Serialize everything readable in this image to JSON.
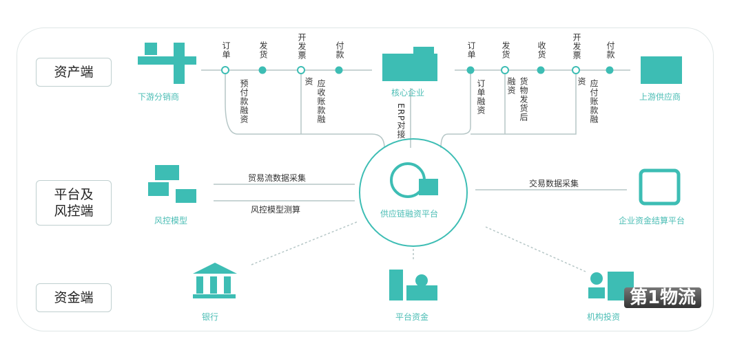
{
  "colors": {
    "accent": "#3dbdb4",
    "line": "#b5c6c6"
  },
  "rows": [
    "资产端",
    "平台及\n风控端",
    "资金端"
  ],
  "nodes": {
    "downstream": "下游分销商",
    "core": "核心企业",
    "upstream": "上游供应商",
    "risk": "风控模型",
    "platform": "供应链融资平台",
    "settlement": "企业资金结算平台",
    "bank": "银行",
    "platform_fund": "平台资金",
    "institution": "机构投资"
  },
  "flow_left": [
    "订单",
    "发货",
    "开发票",
    "付款"
  ],
  "flow_right": [
    "订单",
    "发货",
    "收货",
    "开发票",
    "付款"
  ],
  "finance_left": [
    "预付款融资",
    "应收账款融",
    "资"
  ],
  "finance_right": [
    "订单融资",
    "货物发货后",
    "融资",
    "应付账款融",
    "资"
  ],
  "erp": "ERP对接",
  "arrows": {
    "trade_collect": "贸易流数据采集",
    "risk_calc": "风控模型测算",
    "transaction_collect": "交易数据采集"
  },
  "watermark": "第1物流"
}
